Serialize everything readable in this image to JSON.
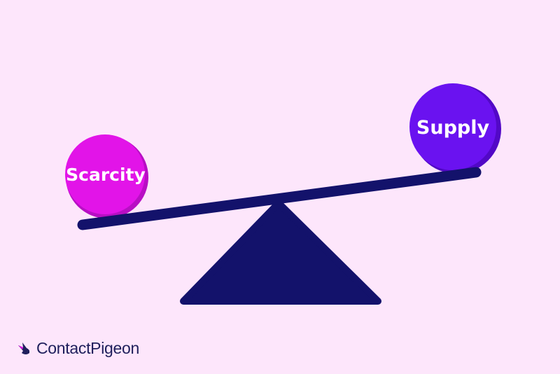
{
  "balls": {
    "left_label": "Scarcity",
    "right_label": "Supply"
  },
  "brand": {
    "name": "ContactPigeon"
  },
  "colors": {
    "background": "#fde6fb",
    "beam": "#13126b",
    "fulcrum": "#13126b",
    "scarcity_ball": "#e214e8",
    "scarcity_shadow": "#b80fc4",
    "supply_ball": "#6a12f0",
    "supply_shadow": "#5208c6",
    "logo_text": "#1f1f5c",
    "logo_accent": "#e214e8"
  },
  "icons": {
    "logo": "pigeon-icon"
  }
}
